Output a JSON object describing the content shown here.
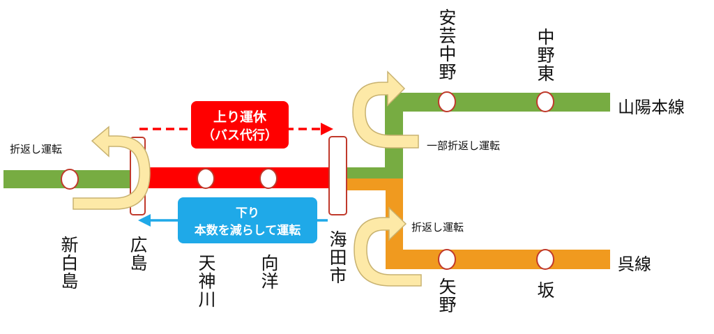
{
  "colors": {
    "sanyo_line": "#77ac42",
    "kure_line": "#f09a1f",
    "suspended_section": "#ff0000",
    "up_callout": "#ff0000",
    "down_callout": "#1fa9e8",
    "arrow_fill": "#fde9a7",
    "arrow_stroke": "#c8b270",
    "station_stroke": "#c0392b",
    "terminal_stroke": "#c0392b"
  },
  "up_callout": {
    "line1": "上り運休",
    "line2": "（バス代行）"
  },
  "down_callout": {
    "line1": "下り",
    "line2": "本数を減らして運転"
  },
  "turnback_labels": {
    "west": "折返し運転",
    "sanyo_east": "一部折返し運転",
    "kure": "折返し運転"
  },
  "line_labels": {
    "sanyo": "山陽本線",
    "kure": "呉線"
  },
  "stations": {
    "shinhakushima": "新白島",
    "hiroshima": "広島",
    "tenjingawa": "天神川",
    "mukainada": "向洋",
    "kaitaichi": "海田市",
    "aki_nakano": "安芸中野",
    "nakano_higashi": "中野東",
    "yano": "矢野",
    "saka": "坂"
  },
  "icons": {
    "turnback": "u-turn-arrow-icon",
    "direction": "dashed-arrow-icon"
  }
}
